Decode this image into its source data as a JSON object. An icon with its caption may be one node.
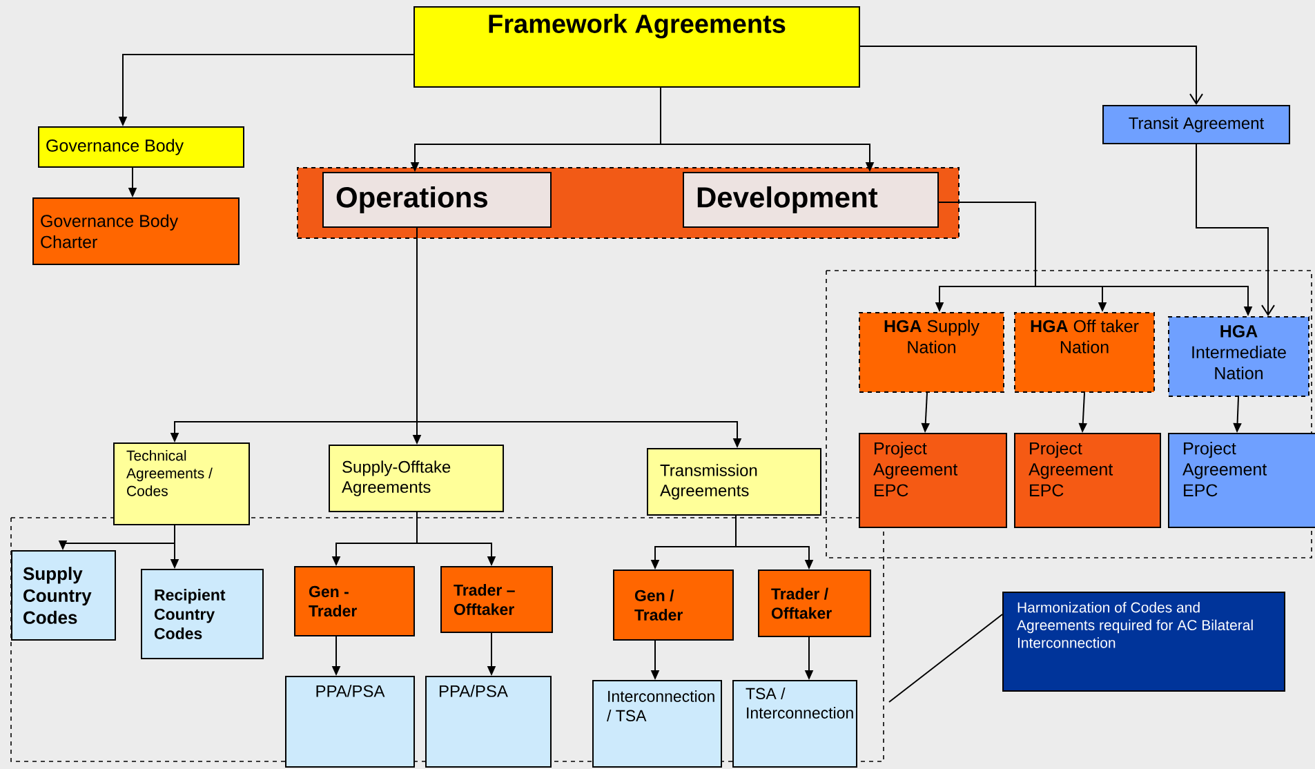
{
  "diagram": {
    "nodes": [
      {
        "text": [
          "Framework Agreements"
        ]
      },
      {
        "text": [
          "Governance Body"
        ]
      },
      {
        "text": [
          "Governance Body Charter"
        ]
      },
      {
        "text": [
          "Transit Agreement"
        ]
      },
      {
        "text": [],
        "shape": "box"
      },
      {
        "text": [
          "Operations"
        ],
        "in": 4
      },
      {
        "text": [
          "Development"
        ],
        "in": 4
      },
      {
        "text": [
          "**HGA** Supply Nation"
        ]
      },
      {
        "text": [
          "**HGA** Off taker Nation"
        ]
      },
      {
        "text": [
          "**HGA** Intermediate Nation"
        ]
      },
      {
        "text": [
          "Project Agreement EPC"
        ]
      },
      {
        "text": [
          "Project Agreement EPC"
        ]
      },
      {
        "text": [
          "Project Agreement EPC"
        ]
      },
      {
        "text": [
          "Technical Agreements / Codes"
        ]
      },
      {
        "text": [
          "Supply-Offtake Agreements"
        ]
      },
      {
        "text": [
          "Transmission Agreements"
        ]
      },
      {
        "text": [
          "Supply Country Codes"
        ]
      },
      {
        "text": [
          "Recipient Country Codes"
        ]
      },
      {
        "text": [
          "Gen - Trader"
        ]
      },
      {
        "text": [
          "Trader – Offtaker"
        ]
      },
      {
        "text": [
          "Gen / Trader"
        ]
      },
      {
        "text": [
          "Trader / Offtaker"
        ]
      },
      {
        "text": [
          "PPA/PSA"
        ]
      },
      {
        "text": [
          "PPA/PSA"
        ]
      },
      {
        "text": [
          "Interconnection / TSA"
        ]
      },
      {
        "text": [
          "TSA / Interconnection"
        ]
      },
      {
        "text": [
          "Harmonization of Codes and Agreements required for AC Bilateral Interconnection"
        ]
      }
    ],
    "edges": [
      {
        "from": 0,
        "to": 1,
        "arrow": "to"
      },
      {
        "from": 0,
        "to": 5,
        "arrow": "to"
      },
      {
        "from": 0,
        "to": 6,
        "arrow": "to"
      },
      {
        "from": 0,
        "to": 3,
        "arrow": "to"
      },
      {
        "from": 1,
        "to": 2,
        "arrow": "to"
      },
      {
        "from": 5,
        "to": 13,
        "arrow": "to"
      },
      {
        "from": 5,
        "to": 14,
        "arrow": "to"
      },
      {
        "from": 5,
        "to": 15,
        "arrow": "to"
      },
      {
        "from": 6,
        "to": 7,
        "arrow": "to"
      },
      {
        "from": 6,
        "to": 8,
        "arrow": "to"
      },
      {
        "from": 6,
        "to": 9,
        "arrow": "to"
      },
      {
        "from": 3,
        "to": 9,
        "arrow": "to"
      },
      {
        "from": 7,
        "to": 10,
        "arrow": "to"
      },
      {
        "from": 8,
        "to": 11,
        "arrow": "to"
      },
      {
        "from": 9,
        "to": 12,
        "arrow": "to"
      },
      {
        "from": 13,
        "to": 16,
        "arrow": "to"
      },
      {
        "from": 13,
        "to": 17,
        "arrow": "to"
      },
      {
        "from": 14,
        "to": 18,
        "arrow": "to"
      },
      {
        "from": 14,
        "to": 19,
        "arrow": "to"
      },
      {
        "from": 15,
        "to": 20,
        "arrow": "to"
      },
      {
        "from": 15,
        "to": 21,
        "arrow": "to"
      },
      {
        "from": 18,
        "to": 22,
        "arrow": "to"
      },
      {
        "from": 19,
        "to": 23,
        "arrow": "to"
      },
      {
        "from": 20,
        "to": 24,
        "arrow": "to"
      },
      {
        "from": 21,
        "to": 25,
        "arrow": "to"
      },
      {
        "from": 26,
        "to": null,
        "arrow": "none"
      }
    ]
  }
}
